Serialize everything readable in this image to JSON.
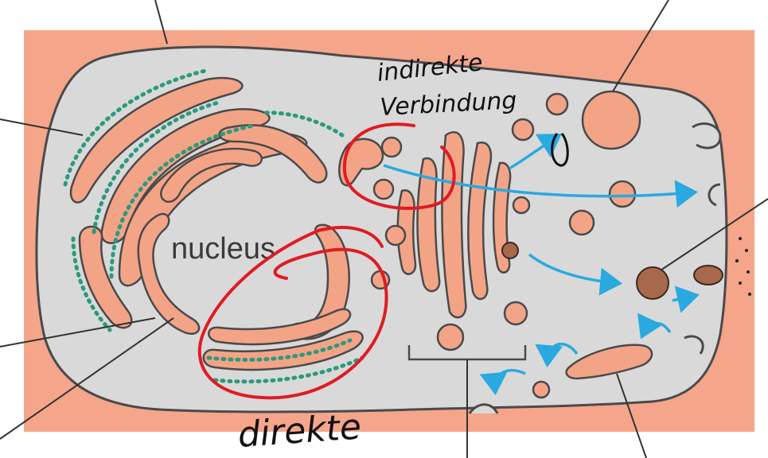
{
  "labels": {
    "nucleus": "nucleus",
    "handwritten_top": "indirekte Verbindung",
    "handwritten_top_line1": "indirekte",
    "handwritten_top_line2": "Verbindung",
    "handwritten_bottom": "direkte"
  },
  "colors": {
    "background": "#ffffff",
    "frame": "#f4a58a",
    "cytoplasm": "#d9d9d9",
    "organelle": "#f3a487",
    "outline": "#4a4a4a",
    "ribosome": "#2b9a7d",
    "arrow": "#29a9e0",
    "annotation_red": "#e01b24",
    "ink": "#111111"
  }
}
